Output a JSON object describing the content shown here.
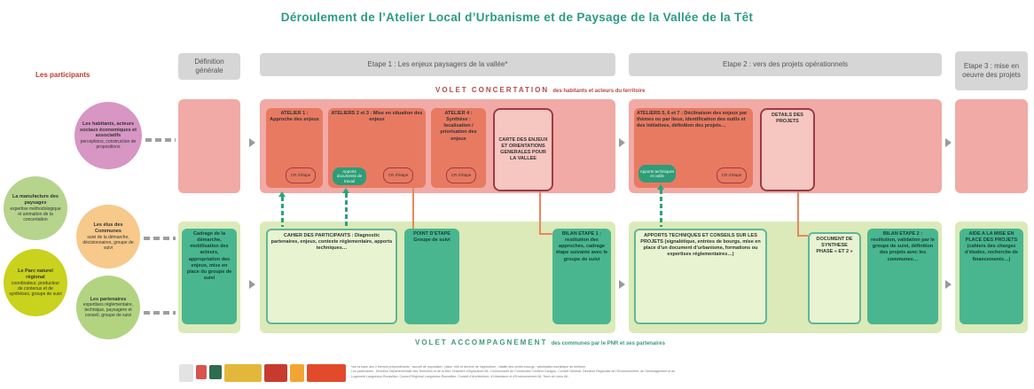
{
  "title": "Déroulement de l’Atelier Local d’Urbanisme et de Paysage de la Vallée de la Têt",
  "participants_label": "Les participants",
  "phases": {
    "definition": "Définition générale",
    "etape1": "Etape 1 : Les enjeux paysagers de la vallée*",
    "etape2": "Etape 2 : vers des projets opérationnels",
    "etape3": "Etape 3 : mise en oeuvre des projets"
  },
  "bands": {
    "concertation_title": "VOLET CONCERTATION",
    "concertation_sub": "des habitants et acteurs du territoire",
    "accompagnement_title": "VOLET ACCOMPAGNEMENT",
    "accompagnement_sub": "des communes par le PNR et ses partenaires"
  },
  "participants": {
    "habitants_title": "Les habitants, acteurs sociaux économiques et associatifs",
    "habitants_text": "perceptions, construction de propositions",
    "manufacture_title": "La manufacture des paysages",
    "manufacture_text": "expertise méthodologique et animation de la concertation",
    "elus_title": "Les élus des Communes",
    "elus_text": "suivi de la démarche, décisionnaires, groupe de suivi",
    "pnr_title": "Le Parc naturel régional",
    "pnr_text": "coordinateur, producteur de contenus et de synthèses, groupe de suivi",
    "partenaires_title": "Les partenaires",
    "partenaires_text": "expertises réglementaire, technique, paysagère et conseil, groupe de suivi"
  },
  "concertation_boxes": {
    "atelier1": "ATELIER 1 : Approche des enjeux",
    "atelier23": "ATELIERS 2 et 3 : Mise en situation des enjeux",
    "atelier4": "ATELIER 4 : Synthèse : localisation / priorisation des enjeux",
    "carte": "CARTE DES ENJEUX ET ORIENTATIONS GENERALES POUR LA VALLEE",
    "ateliers567": "ATELIERS 5, 6 et 7 : Déclinaison des enjeux par thèmes ou par lieux, identification des outils et des initiatives, définition des projets…",
    "details": "DETAILS DES PROJETS",
    "tag_cr": "CR d’étape",
    "tag_apports": "Apports documents de travail",
    "tag_apports2": "Apports techniques et outils"
  },
  "accompagnement_boxes": {
    "cadrage": "Cadrage de la démarche, mobilisation des acteurs, appropriation des enjeux, mise en place du groupe de suivi",
    "cahier": "CAHIER DES PARTICIPANTS : Diagnostic partenaires, enjeux, contexte réglementaire, apports techniques…",
    "point": "POINT D’ETAPE Groupe de suivi",
    "bilan1": "BILAN ETAPE 1 : restitution des approches, cadrage étape suivante avec le groupe de suivi",
    "apports": "APPORTS TECHNIQUES ET CONSEILS SUR LES PROJETS (signalétique, entrées de bourgs, mise en place d’un document d’urbanisme, formations ou expertises réglementaires…)",
    "document": "DOCUMENT DE SYNTHESE PHASE « ET 2 »",
    "bilan2": "BILAN ETAPE 2 : restitution, validation par le groupe de suivi, définition des projets avec les communes…",
    "aide": "AIDE A LA MISE EN PLACE DES PROJETS (cahiers des charges d’études, recherche de financements…)"
  },
  "footer": {
    "line1": "*sur la base des 3 thèmes prépondérants : accueil de population ; place, rôle et devenir de l’agriculture ; vitalité des centre-bourgs ; valorisation touristique du territoire",
    "line2": "Les partenaires : Direction Départementale des Territoires et de la Mer, Chambre d’Agriculture 66, Communauté de Communes Conflent Canigou, Conseil Général, Direction Régionale de l’Environnement, de l’Aménagement et du",
    "line3": "Logement Languedoc-Roussillon, Conseil Régional Languedoc-Roussillon, Conseil d’Architecture, d’Urbanisme et d’Environnement 66, Terre de Liens 66…"
  },
  "colors": {
    "title": "#2a9c84",
    "pink_band": "#f1aaa5",
    "green_band": "#dbeab8",
    "salmon_box": "#e87a62",
    "teal_box": "#49b690"
  }
}
